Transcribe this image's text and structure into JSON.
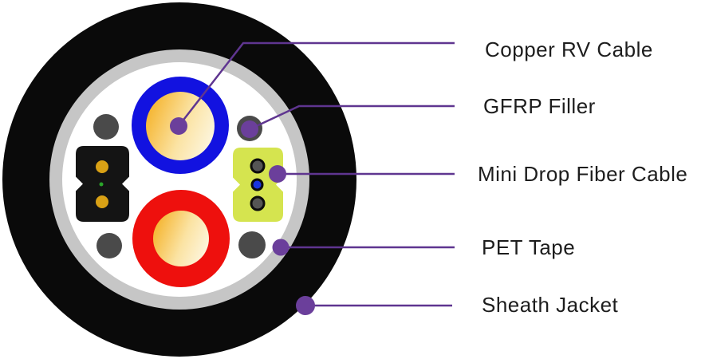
{
  "diagram": {
    "labels": [
      {
        "id": "copper-rv-cable",
        "text": "Copper RV Cable"
      },
      {
        "id": "gfrp-filler",
        "text": "GFRP Filler"
      },
      {
        "id": "mini-drop-fiber-cable",
        "text": "Mini Drop Fiber Cable"
      },
      {
        "id": "pet-tape",
        "text": "PET Tape"
      },
      {
        "id": "sheath-jacket",
        "text": "Sheath Jacket"
      }
    ],
    "colors": {
      "sheath_black": "#0a0a0a",
      "pet_tape_gray": "#c6c6c6",
      "core_white": "#ffffff",
      "copper_blue": "#1212e0",
      "copper_red": "#ee100d",
      "conductor_gold_start": "#f5b42e",
      "conductor_gold_end": "#fdf6e0",
      "gfrp_gray": "#4a4a4a",
      "drop_cable_black": "#141414",
      "drop_cable_green": "#d5e44f",
      "fiber_dot_dark": "#555555",
      "fiber_dot_blue": "#1a35e0",
      "conductor_dot_gold": "#d9a115",
      "fiber_dot_green": "#2aa52a",
      "leader_line": "#5f3590",
      "leader_dot": "#6b3f9b",
      "label_text": "#1d1d1d"
    }
  }
}
